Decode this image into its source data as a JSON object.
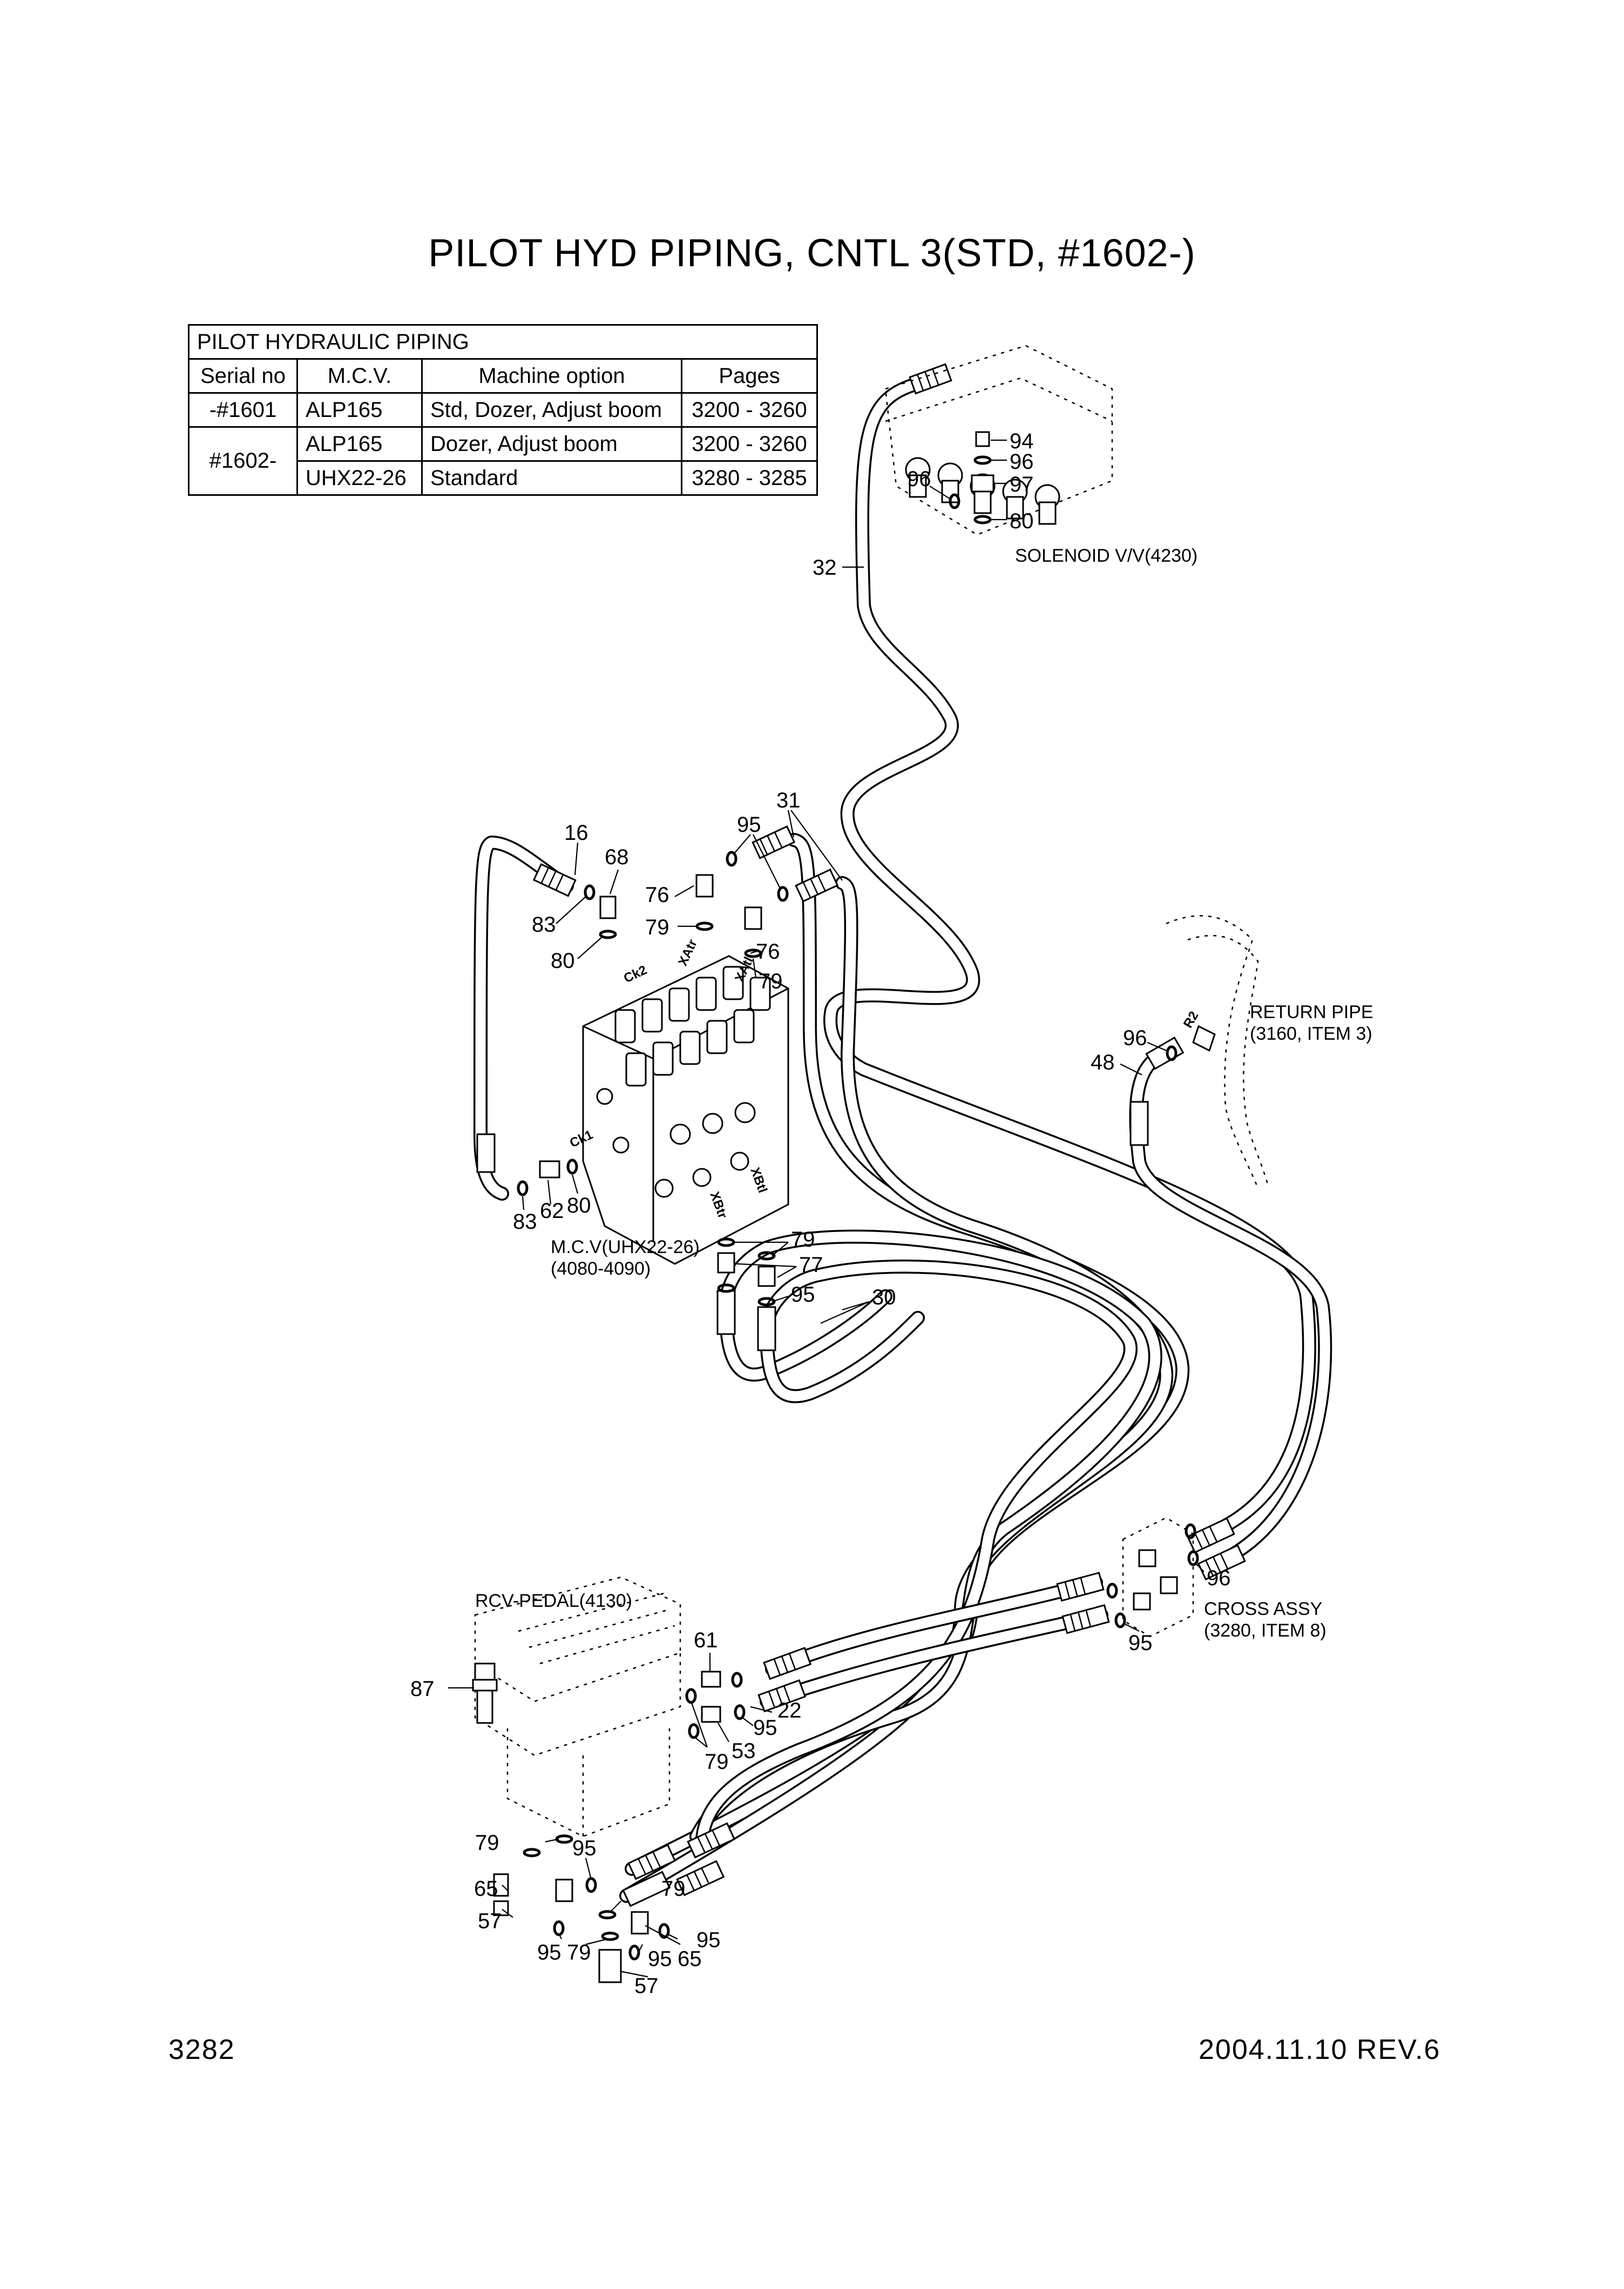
{
  "page": {
    "title": "PILOT HYD PIPING, CNTL 3(STD,  #1602-)",
    "page_number": "3282",
    "revision": "2004.11.10  REV.6"
  },
  "index_table": {
    "caption": "PILOT HYDRAULIC PIPING",
    "headers": [
      "Serial no",
      "M.C.V.",
      "Machine option",
      "Pages"
    ],
    "rows": [
      {
        "serial": "-#1601",
        "mcv": "ALP165",
        "option": "Std, Dozer, Adjust boom",
        "pages": "3200 - 3260"
      },
      {
        "serial": "#1602-",
        "mcv": "ALP165",
        "option": "Dozer, Adjust boom",
        "pages": "3200 - 3260"
      },
      {
        "serial": "",
        "mcv": "UHX22-26",
        "option": "Standard",
        "pages": "3280 - 3285"
      }
    ]
  },
  "component_labels": {
    "solenoid": "SOLENOID V/V(4230)",
    "return_pipe_1": "RETURN PIPE",
    "return_pipe_2": "(3160, ITEM 3)",
    "mcv_1": "M.C.V(UHX22-26)",
    "mcv_2": "(4080-4090)",
    "cross_1": "CROSS ASSY",
    "cross_2": "(3280, ITEM 8)",
    "rcv": "RCV-PEDAL(4130)"
  },
  "port_labels": {
    "ck2": "Ck2",
    "xatr": "XAtr",
    "xatl": "XAtl",
    "ck1": "Ck1",
    "xbtr": "XBtr",
    "xbtl": "XBtl",
    "r2": "R2"
  },
  "part_callouts": {
    "p94": "94",
    "p96a": "96",
    "p97": "97",
    "p96b": "96",
    "p80a": "80",
    "p32": "32",
    "p16": "16",
    "p68": "68",
    "p83a": "83",
    "p80b": "80",
    "p95a": "95",
    "p31": "31",
    "p76a": "76",
    "p79a": "79",
    "p76b": "76",
    "p79b": "79",
    "p96c": "96",
    "p48": "48",
    "p83b": "83",
    "p62": "62",
    "p80c": "80",
    "p79c": "79",
    "p77": "77",
    "p95b": "95",
    "p30": "30",
    "p96d": "96",
    "p95c": "95",
    "p87": "87",
    "p61": "61",
    "p95d": "95",
    "p22": "22",
    "p79d": "79",
    "p53": "53",
    "p79e": "79",
    "p95e": "95",
    "p79f": "79",
    "p65a": "65",
    "p57a": "57",
    "p95f": "95",
    "p95g": "95",
    "p79g": "79",
    "p95h": "95",
    "p65b": "65",
    "p57b": "57"
  }
}
